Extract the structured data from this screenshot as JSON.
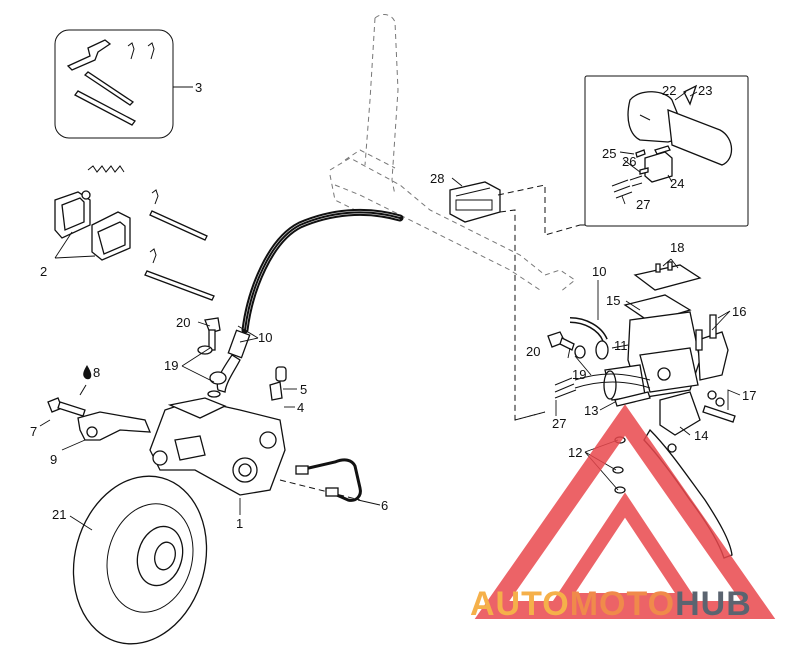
{
  "labels": {
    "p1": "1",
    "p2": "2",
    "p3": "3",
    "p4": "4",
    "p5": "5",
    "p6": "6",
    "p7": "7",
    "p8": "8",
    "p9": "9",
    "p10a": "10",
    "p10b": "10",
    "p11": "11",
    "p12": "12",
    "p13": "13",
    "p14": "14",
    "p15": "15",
    "p16": "16",
    "p17": "17",
    "p18": "18",
    "p19a": "19",
    "p19b": "19",
    "p20a": "20",
    "p20b": "20",
    "p21": "21",
    "p22": "22",
    "p23": "23",
    "p24": "24",
    "p25": "25",
    "p26": "26",
    "p27a": "27",
    "p27b": "27",
    "p28": "28"
  },
  "watermark": {
    "part1": "AUTO",
    "part2": "MOTO",
    "part3": "HUB",
    "color_main": "#f5b04a",
    "color_accent": "#e9484d",
    "color_dark": "#5b6470"
  },
  "colors": {
    "line": "#111111",
    "watermark_triangle": "#e9484d"
  }
}
